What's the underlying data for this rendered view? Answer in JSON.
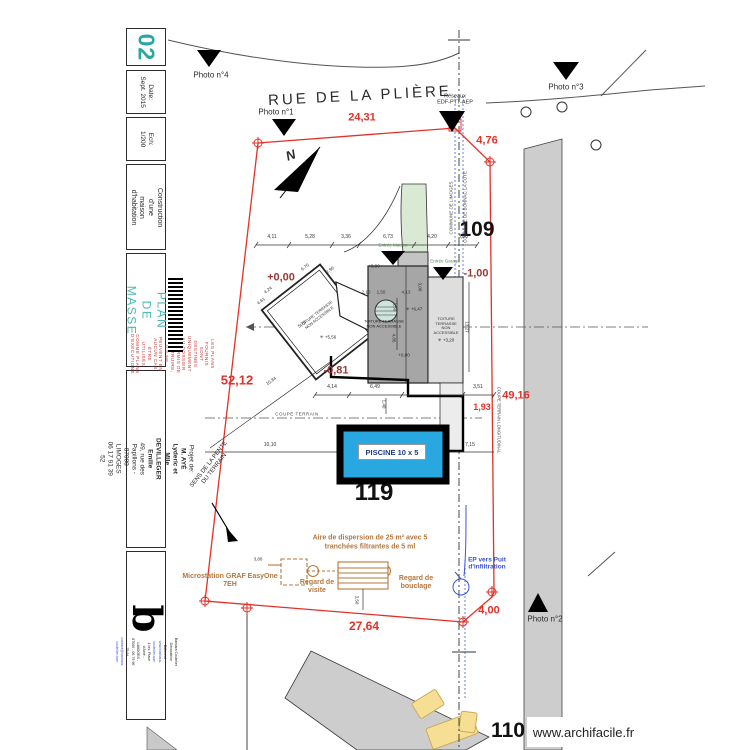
{
  "colors": {
    "teal_accent": "#2aa8a0",
    "dimension_red": "#e23128",
    "level_maroon": "#9a3a32",
    "septic_brown": "#b5773c",
    "network_blue": "#3b55cc",
    "pool_blue": "#29a7e1"
  },
  "titleblock": {
    "sheet_number": "02",
    "date_label": "Date:",
    "date_value": "Sept. 2015",
    "scale_label": "Ech:",
    "scale_value": "1/200",
    "project_type": "Construction d'une maison d'habitation",
    "plan_title": "PLAN DE MASSE",
    "client_label": "Projet de:",
    "client_names": "M. AYÉ Lyderic et Mlle DEVILLEGER Emilie",
    "client_address": "49, rue des Papillons - 87000 - LIMOGES",
    "client_phone": "06 17 91 39 52",
    "disclaimer": "LES PLANS FOURNIS SONT DESTINÉS UNIQUEMENT AU DOSSIER DE PERMIS DE CONSTRUIRE, ILS NE PEUVENT EN AUCUN CAS ÊTRE UTILISÉS COMME PLANS D'EXECUTIONS",
    "logo_letter": "b",
    "logo_line1": "Barbara Coutelier Décoratrice Bâtiment",
    "logo_line2": "www.barbara-coutelier.com",
    "logo_line3": "1 bis, Place d'Aine - LIMOGES - 87000 - 06 79 96 79 94",
    "logo_line4": "contact@barbara-coutelier.com"
  },
  "plan": {
    "street_name": "RUE DE LA PLIÈRE",
    "watermark": "www.archifacile.fr",
    "north_letter": "N",
    "photos": {
      "p1": "Photo n°1",
      "p2": "Photo n°2",
      "p3": "Photo n°3",
      "p4": "Photo n°4"
    },
    "parcels": {
      "p109": "109",
      "p119": "119",
      "p110": "110"
    },
    "communes": {
      "left": "COMMUNE DE LIMOGES",
      "right": "COMMUNE DE BONNAC LA CÔTE"
    },
    "networks_line1": "Réseaux",
    "networks_line2": "EDF-PTT-AEP",
    "boundary": {
      "top": "24,31",
      "right_top": "4,76",
      "right": "49,16",
      "right_small": "1,93",
      "bottom": "27,64",
      "bottom_right": "4,00",
      "left": "52,12"
    },
    "levels": {
      "main": "+0,00",
      "terrace": "-0,81",
      "garage": "-1,00",
      "entry": "+0,00",
      "ground": "+0,00",
      "roof_left": "+5,56",
      "roof_center": "+6,47",
      "roof_right": "+3,20"
    },
    "star_glyph": "✳",
    "roof_label": "TOITURE TERRASSE NON ACCESSIBLE",
    "entries": {
      "house": "Entrée Maison",
      "garage": "Entrée Garage"
    },
    "pool_label": "PISCINE 10 x 5",
    "sections": {
      "cross": "COUPE TERRAIN",
      "longitudinal": "COUPE TERRAIN LONGITUDINAL"
    },
    "slope_label": "SENS DE LA PENTE DU TERRAIN",
    "septic": {
      "dispersion": "Aire de dispersion de 25 m² avec 5 tranchées filtrantes de 5 ml",
      "microstation": "Microstation GRAF EasyOne 7EH",
      "regard_visite": "Regard de visite",
      "regard_bouclage": "Regard de bouclage",
      "infiltration": "EP vers Puit d'infiltration"
    },
    "dims": {
      "top": [
        "4,11",
        "5,28",
        "3,36",
        "6,73",
        "4,20",
        "3,50"
      ],
      "lower": [
        "4,14",
        "6,49",
        "3,51"
      ],
      "pool_left": "10,10",
      "pool_right": "7,15",
      "house": [
        "2,10",
        "1,50",
        "4,13"
      ],
      "vertical": {
        "v1": "3,08",
        "v2": "1,50",
        "v3": "4,85",
        "v4": "1,40",
        "v5": "13,27"
      },
      "diagonal": [
        "10,84",
        "4,24",
        "4,61",
        "6,70",
        "2,96",
        "5,76"
      ],
      "septic_w": "3,80",
      "septic_h": "3,50"
    }
  }
}
